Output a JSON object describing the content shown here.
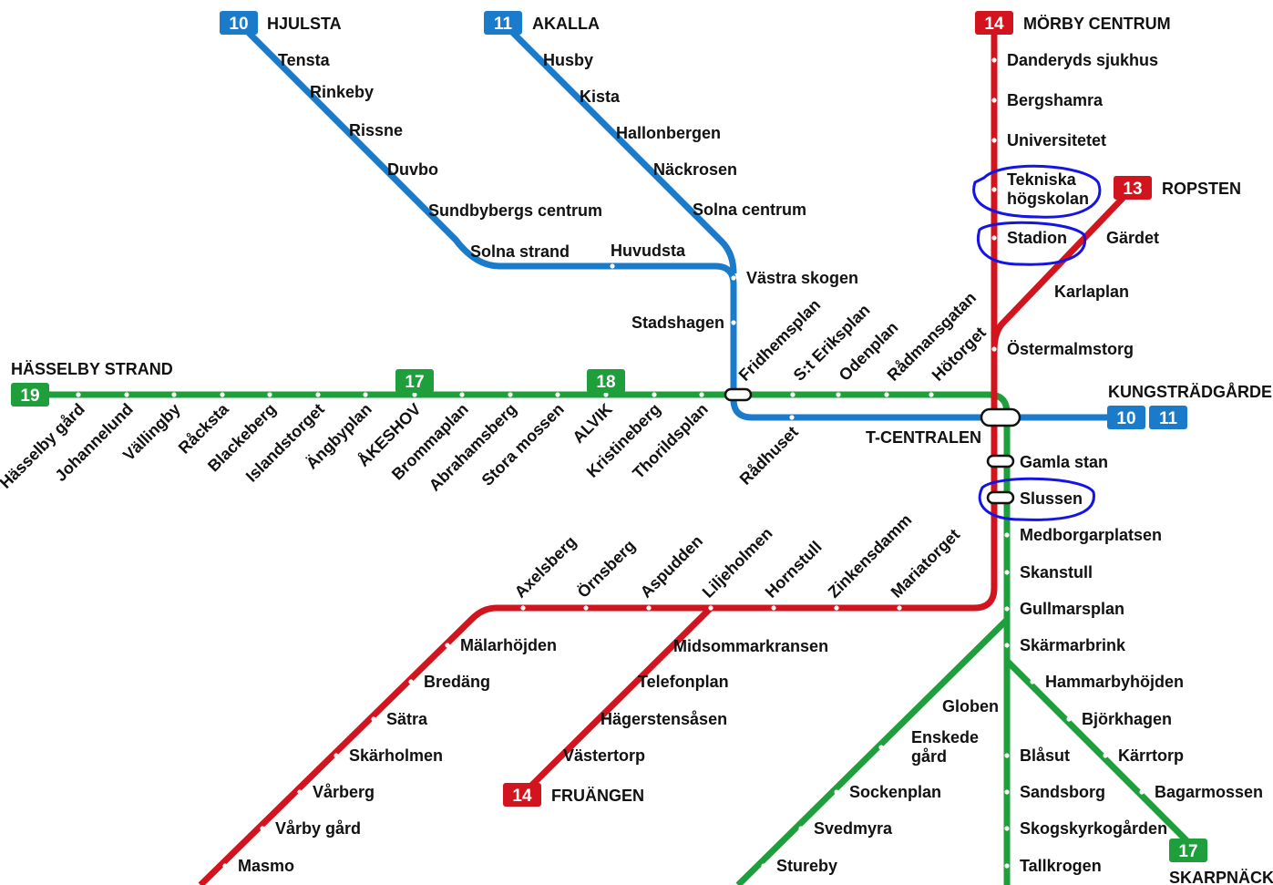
{
  "colors": {
    "blue": "#1a7bcb",
    "green": "#1f9e3c",
    "red": "#d2141e",
    "annotation": "#1414e6"
  },
  "badges": [
    "10",
    "11",
    "14",
    "13",
    "19",
    "17",
    "18",
    "10",
    "11",
    "14",
    "17"
  ],
  "termini": [
    "HJULSTA",
    "AKALLA",
    "MÖRBY CENTRUM",
    "ROPSTEN",
    "HÄSSELBY STRAND",
    "KUNGSTRÄDGÅRDEN",
    "FRUÄNGEN",
    "SKARPNÄCK",
    "T-CENTRALEN"
  ],
  "stations": [
    "Tensta",
    "Rinkeby",
    "Rissne",
    "Duvbo",
    "Sundbybergs centrum",
    "Solna strand",
    "Huvudsta",
    "Husby",
    "Kista",
    "Hallonbergen",
    "Näckrosen",
    "Solna centrum",
    "Västra skogen",
    "Stadshagen",
    "Rådhuset",
    "Hässelby gård",
    "Johannelund",
    "Vällingby",
    "Råcksta",
    "Blackeberg",
    "Islandstorget",
    "Ängbyplan",
    "ÅKESHOV",
    "Brommaplan",
    "Abrahamsberg",
    "Stora mossen",
    "ALVIK",
    "Kristineberg",
    "Thorildsplan",
    "Fridhemsplan",
    "S:t Eriksplan",
    "Odenplan",
    "Rådmansgatan",
    "Hötorget",
    "Gamla stan",
    "Slussen",
    "Medborgarplatsen",
    "Skanstull",
    "Gullmarsplan",
    "Skärmarbrink",
    "Globen",
    "Enskede gård",
    "Sockenplan",
    "Svedmyra",
    "Stureby",
    "Hammarbyhöjden",
    "Björkhagen",
    "Kärrtorp",
    "Bagarmossen",
    "Blåsut",
    "Sandsborg",
    "Skogskyrkogården",
    "Tallkrogen",
    "Danderyds sjukhus",
    "Bergshamra",
    "Universitetet",
    "Tekniska högskolan",
    "Stadion",
    "Östermalmstorg",
    "Gärdet",
    "Karlaplan",
    "Mariatorget",
    "Zinkensdamm",
    "Hornstull",
    "Liljeholmen",
    "Aspudden",
    "Örnsberg",
    "Axelsberg",
    "Mälarhöjden",
    "Bredäng",
    "Sätra",
    "Skärholmen",
    "Vårberg",
    "Vårby gård",
    "Masmo",
    "Midsommarkransen",
    "Telefonplan",
    "Hägerstensåsen",
    "Västertorp"
  ]
}
